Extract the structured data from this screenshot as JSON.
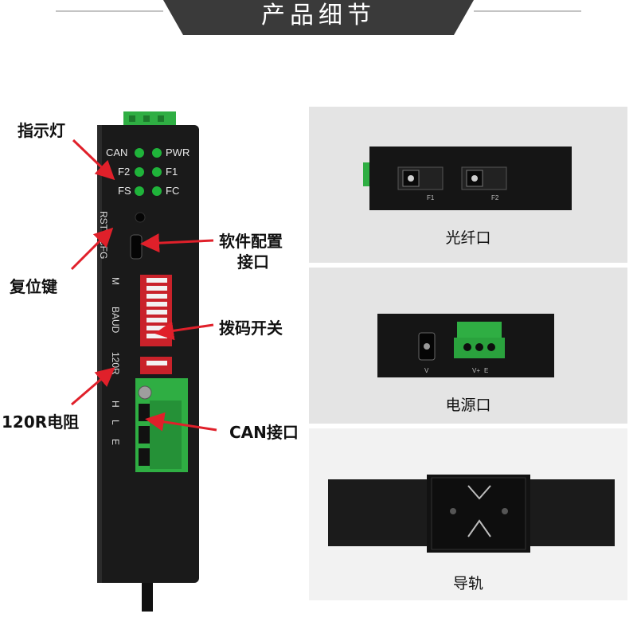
{
  "header": {
    "title": "产品细节"
  },
  "device": {
    "leds": [
      "CAN",
      "PWR",
      "F2",
      "F1",
      "FS",
      "FC"
    ],
    "rst": "RST",
    "cfg": "CFG",
    "m": "M",
    "baud": "BAUD",
    "r120": "120R",
    "hle": [
      "H",
      "L",
      "E"
    ]
  },
  "callouts": {
    "indicator": "指示灯",
    "reset": "复位键",
    "config_line1": "软件配置",
    "config_line2": "接口",
    "dip": "拨码开关",
    "resistor": "120R电阻",
    "can_port": "CAN接口"
  },
  "panels": {
    "fiber": {
      "caption": "光纤口",
      "port_labels": [
        "F1",
        "F2"
      ]
    },
    "power": {
      "caption": "电源口",
      "port_labels": [
        "V",
        "V+",
        "E"
      ]
    },
    "rail": {
      "caption": "导轨"
    }
  },
  "colors": {
    "accent_red": "#e0202a",
    "led_green": "#1fb33a",
    "terminal_green": "#2fae43"
  }
}
